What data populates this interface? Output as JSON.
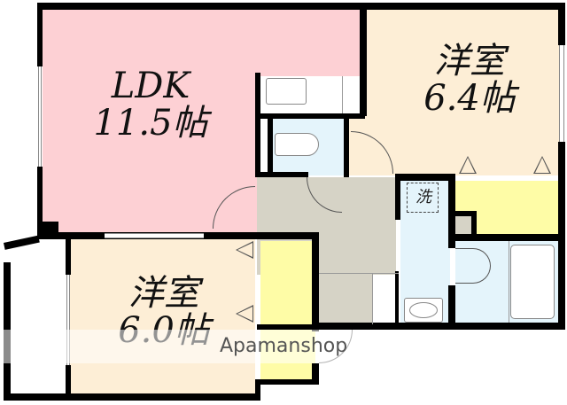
{
  "floor_plan": {
    "rooms": [
      {
        "id": "ldk",
        "name": "LDK",
        "size": "11.5帖",
        "color": "#fdd0d4"
      },
      {
        "id": "western-room-1",
        "name": "洋室",
        "size": "6.4帖",
        "color": "#fdeed6"
      },
      {
        "id": "western-room-2",
        "name": "洋室",
        "size": "6.0帖",
        "color": "#fdeed6"
      },
      {
        "id": "entrance-hall",
        "name": "",
        "color": "#d6d3c6"
      },
      {
        "id": "toilet",
        "name": "",
        "color": "#e4f4fb"
      },
      {
        "id": "washroom",
        "name": "",
        "color": "#e4f4fb"
      },
      {
        "id": "bathroom",
        "name": "",
        "color": "#e4f4fb"
      },
      {
        "id": "closet",
        "name": "",
        "color": "#fefca6"
      }
    ],
    "washer_label": "洗",
    "watermark": "Apamanshop"
  }
}
